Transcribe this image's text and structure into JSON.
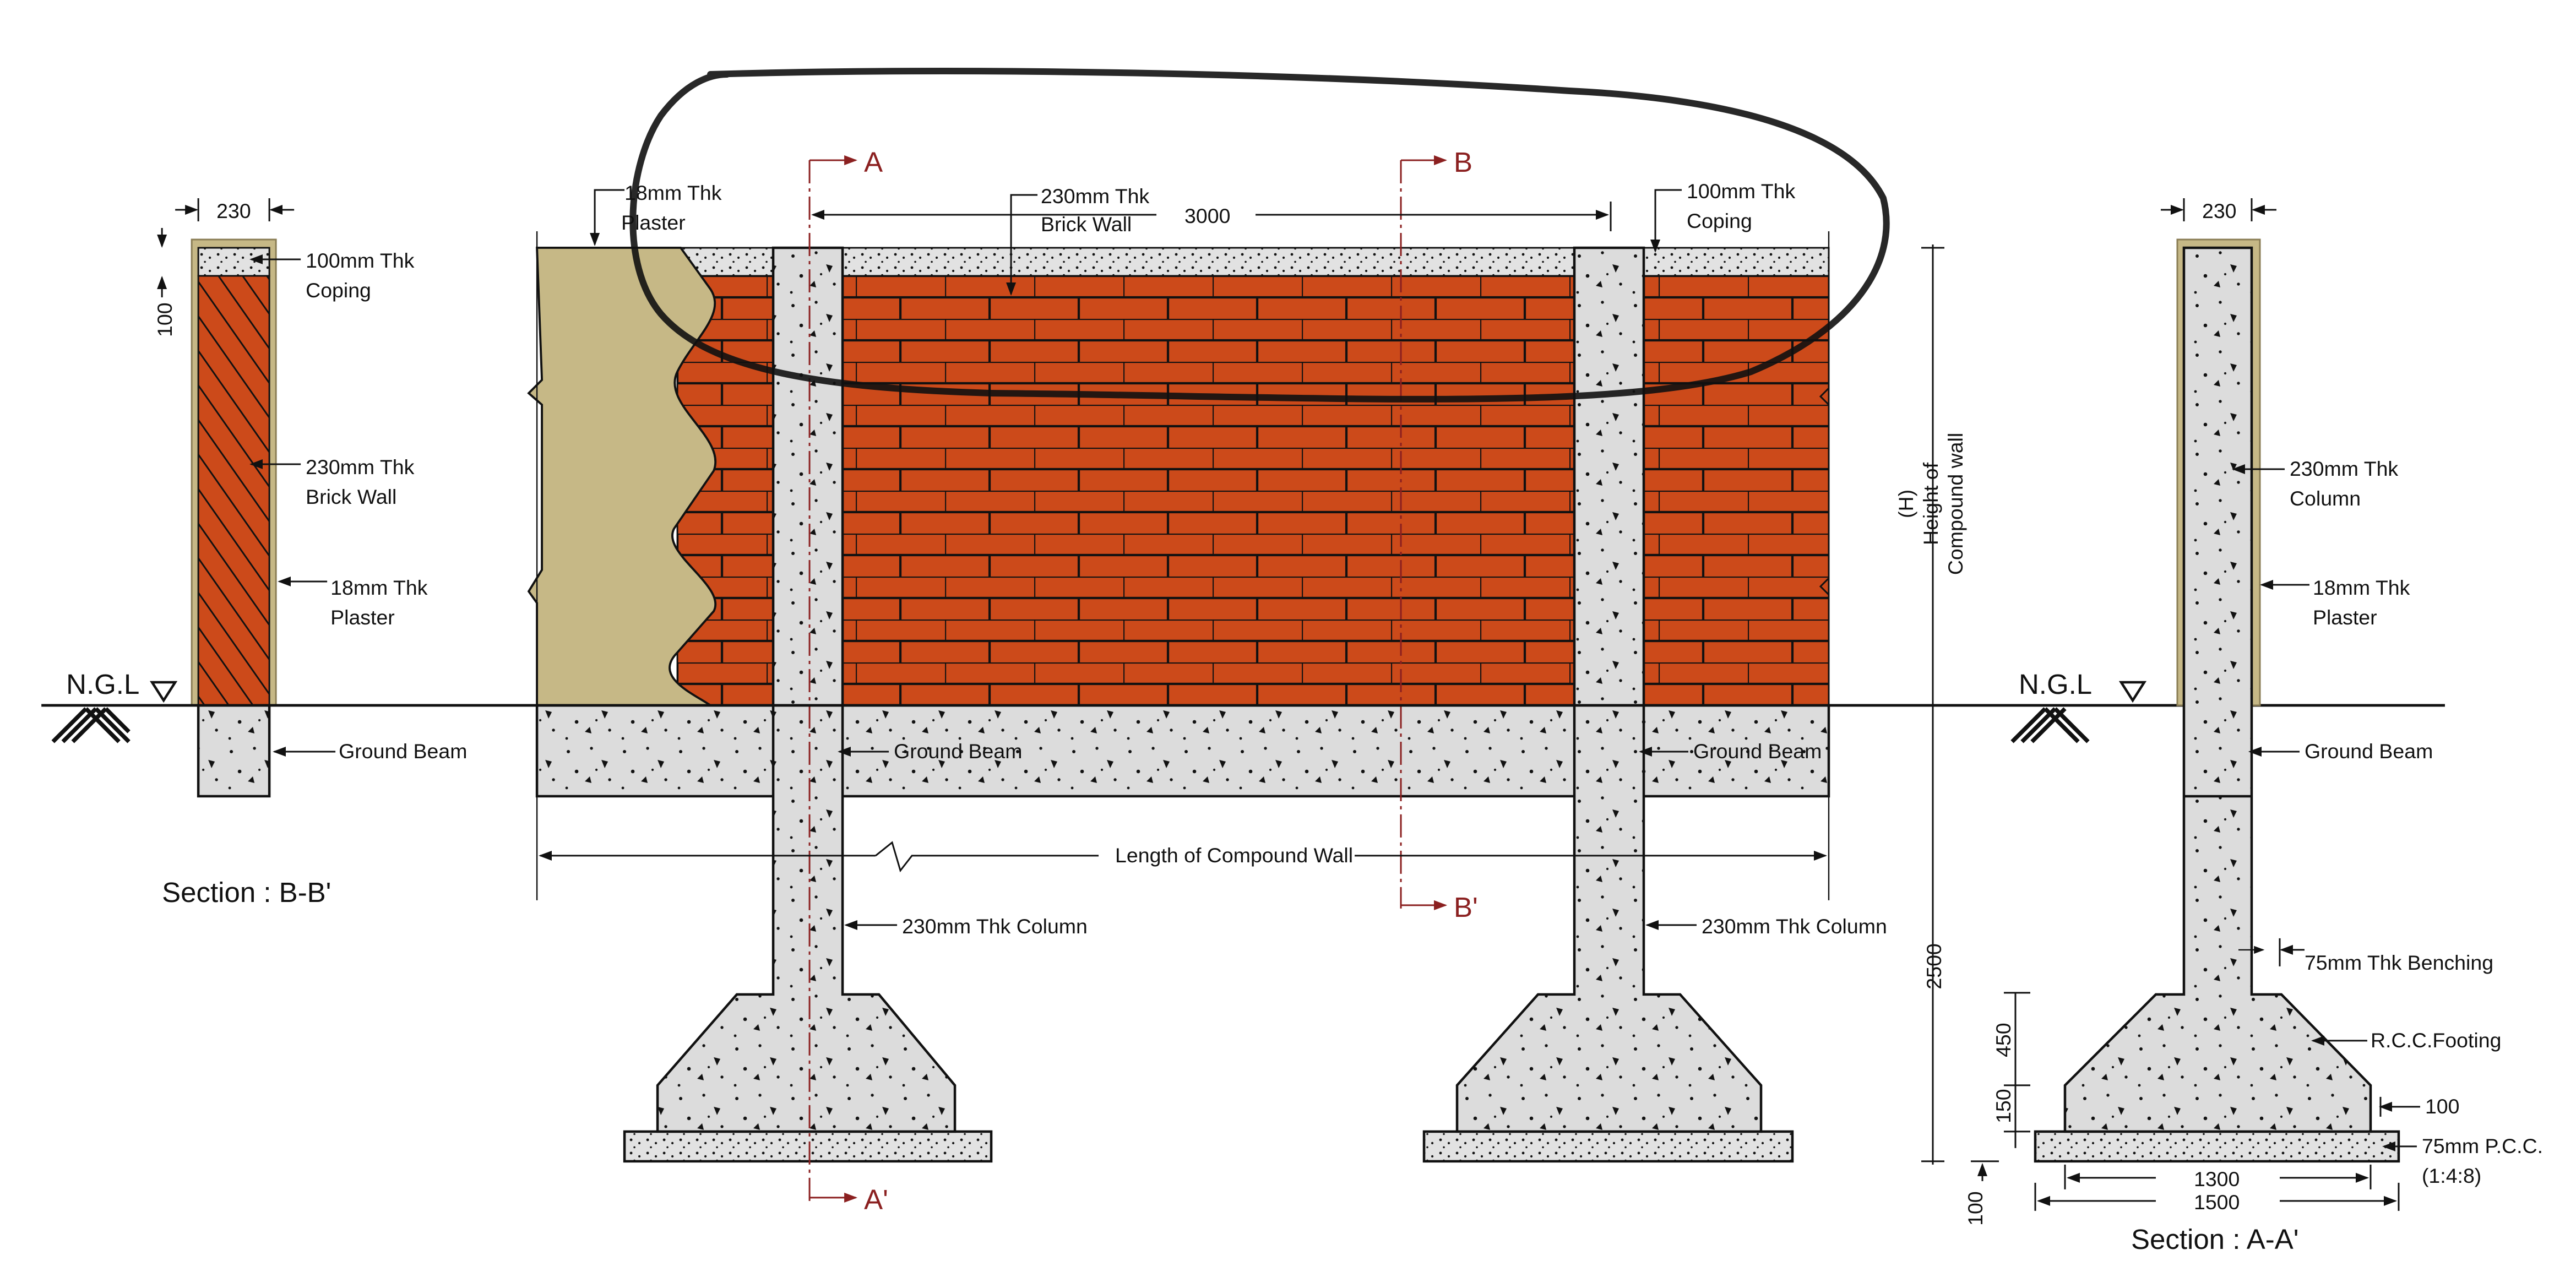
{
  "colors": {
    "brick": "#cc4a1a",
    "plaster": "#c6b886",
    "concrete": "#dcdcdc",
    "section_line": "#8b2020",
    "scribble": "#111111"
  },
  "section_bb": {
    "title": "Section : B-B'",
    "width_dim": "230",
    "coping_dim": "100",
    "coping_1": "100mm Thk",
    "coping_2": "Coping",
    "brick_1": "230mm Thk",
    "brick_2": "Brick Wall",
    "plaster_1": "18mm Thk",
    "plaster_2": "Plaster",
    "ngl": "N.G.L",
    "ground_beam": "Ground Beam"
  },
  "elevation": {
    "plaster_1": "18mm Thk",
    "plaster_2": "Plaster",
    "brick_1": "230mm Thk",
    "brick_2": "Brick Wall",
    "span_dim": "3000",
    "coping_1": "100mm Thk",
    "coping_2": "Coping",
    "section_a": "A",
    "section_a2": "A'",
    "section_b": "B",
    "section_b2": "B'",
    "ground_beam_1": "Ground Beam",
    "ground_beam_2": "Ground Beam",
    "length": "Length of Compound Wall",
    "column_1": "230mm Thk Column",
    "column_2": "230mm Thk Column",
    "height_1": "(H)",
    "height_2": "Height of",
    "height_3": "Compound wall",
    "depth_dim": "2500"
  },
  "section_aa": {
    "title": "Section : A-A'",
    "width_dim": "230",
    "column_1": "230mm Thk",
    "column_2": "Column",
    "plaster_1": "18mm Thk",
    "plaster_2": "Plaster",
    "ngl": "N.G.L",
    "ground_beam": "Ground Beam",
    "benching": "75mm Thk Benching",
    "footing": "R.C.C.Footing",
    "offset_dim": "100",
    "pcc_1": "75mm P.C.C.",
    "pcc_2": "(1:4:8)",
    "dim_450": "450",
    "dim_150": "150",
    "dim_100": "100",
    "dim_1300": "1300",
    "dim_1500": "1500"
  }
}
